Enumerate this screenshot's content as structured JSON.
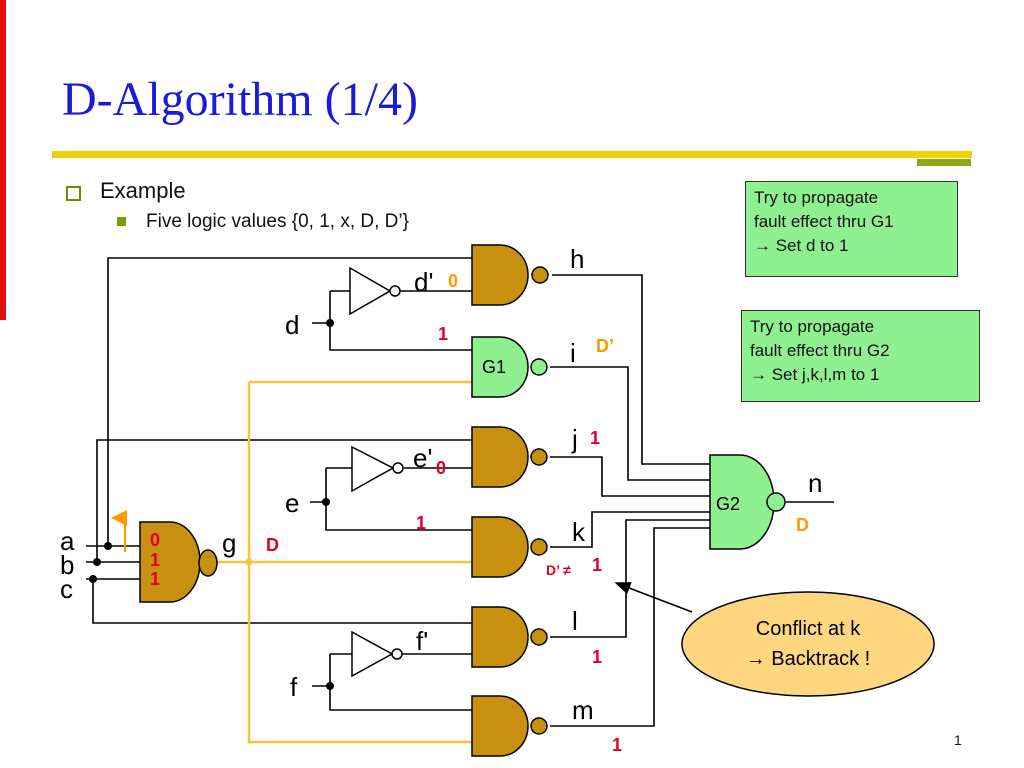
{
  "title": "D-Algorithm (1/4)",
  "bullets": {
    "level1": "Example",
    "level2": "Five logic values {0, 1, x, D, D’}"
  },
  "notes": {
    "g1": [
      "Try to propagate",
      "fault effect thru G1",
      "→ Set d to 1"
    ],
    "g2": [
      "Try to propagate",
      "fault effect thru G2",
      "→ Set j,k,l,m to 1"
    ]
  },
  "callout": [
    "Conflict at k",
    "→ Backtrack !"
  ],
  "circuit": {
    "signals": {
      "a": "a",
      "b": "b",
      "c": "c",
      "d": "d",
      "d_bar": "d'",
      "e": "e",
      "e_bar": "e'",
      "f": "f",
      "f_bar": "f'",
      "g": "g",
      "h": "h",
      "i": "i",
      "j": "j",
      "k": "k",
      "l": "l",
      "m": "m",
      "n": "n"
    },
    "gate_labels": {
      "g1": "G1",
      "g2": "G2"
    },
    "values": {
      "a": "0",
      "b": "1",
      "c": "1",
      "g": "D",
      "d_bar": "0",
      "g1_input": "1",
      "i": "D’",
      "j": "1",
      "e_bar": "0",
      "k_input": "1",
      "k_conflict": "D’ ≠",
      "k": "1",
      "l": "1",
      "m": "1",
      "n": "D"
    }
  },
  "page_number": "1",
  "colors": {
    "title": "#1a1ad8",
    "accent_bar": "#f0d000",
    "gate_fill": "#c8900f",
    "highlight_gate": "#8ef08e",
    "value_red": "#e0002a",
    "value_orange": "#ff9900",
    "d_wire": "#f5c242",
    "callout_fill": "#ffd780"
  }
}
